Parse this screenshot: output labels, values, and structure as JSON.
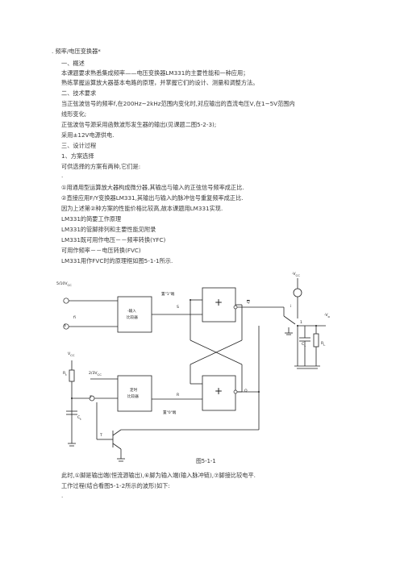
{
  "doc": {
    "title": ".    频率/电压变换器*",
    "s1": "一、概述",
    "p1": "本课题要求熟悉集成频率——电压变换器LM331的主要性能和一种应用；",
    "p2": "熟练掌握运算放大器基本电路的原理，并掌握它们的设计、测量和调整方法。",
    "s2": "二、技术要求",
    "p3": "当正弦波信号的频率f,在200Hz~2kHz范围内变化时,对应输出的直流电压V,在1~5V范围内",
    "p4": "线形变化;",
    "p5": "正弦波信号源采用函数波形发生器的输出(见课题二图5-2-3);",
    "p6": "采用±12V电源供电.",
    "s3": "三、设计过程",
    "s3a": "1、方案选择",
    "p7": "可供选择的方案有两种,它们是:",
    "dot": "·",
    "p8": "①用通用型运算放大器构成微分器,其输出与输入的正弦信号频率成正比.",
    "p9": "②直接应用F/Y变换器LM331,其输出与输入的脉冲信号重复频率成正比.",
    "p10": "因为上述第②种方案的性能价格比较高,故本课题用LM331实现.",
    "p11": "LM331的简要工作原理",
    "p12": "LM331的管脚排列和主要性能见附录",
    "p13": "LM331既可用作电压－－频率转换(YFC)",
    "p14": "可用作频率－－电压转换(FVC)",
    "p15": "LM331用作FVC时的原理框如图5-1-1所示.",
    "p16": "此时,①脚是输出端(恒流源输出),⑥脚为输入端(输入脉冲链),⑦脚接比较电平.",
    "p17": "工作过程(结合看图5-1-2所示的波形)如下:",
    "end": "·"
  },
  "diagram": {
    "caption": "图5-1-1",
    "lbl_ref": "5/10V",
    "lbl_ref_sub": "CC",
    "lbl_fi": "fi",
    "lbl_comp1a": "-输入",
    "lbl_comp1b": "比较器",
    "lbl_set": "置\"1\"端",
    "lbl_s": "S",
    "lbl_plus1": "+",
    "lbl_qbar": "Q",
    "lbl_vcc_top": "-V",
    "lbl_vcc_top_sub": "CC",
    "lbl_i": "i",
    "lbl_vo": "-V",
    "lbl_vo_sub": "o",
    "lbl_cl": "C",
    "lbl_cl_sub": "L",
    "lbl_rl": "R",
    "lbl_rl_sub": "L",
    "lbl_vcc_left": "V",
    "lbl_vcc_left_sub": "CC",
    "lbl_rt": "R",
    "lbl_rt_sub": "t",
    "lbl_23v": "2/3V",
    "lbl_23v_sub": "CC",
    "lbl_comp2a": "定时",
    "lbl_comp2b": "比较器",
    "lbl_r": "R",
    "lbl_plus2": "+",
    "lbl_q": "Q",
    "lbl_reset": "置\"0\"端",
    "lbl_ct": "C",
    "lbl_ct_sub": "t",
    "lbl_t": "T",
    "pin1": "1",
    "pin6": "6",
    "pin7": "7"
  }
}
